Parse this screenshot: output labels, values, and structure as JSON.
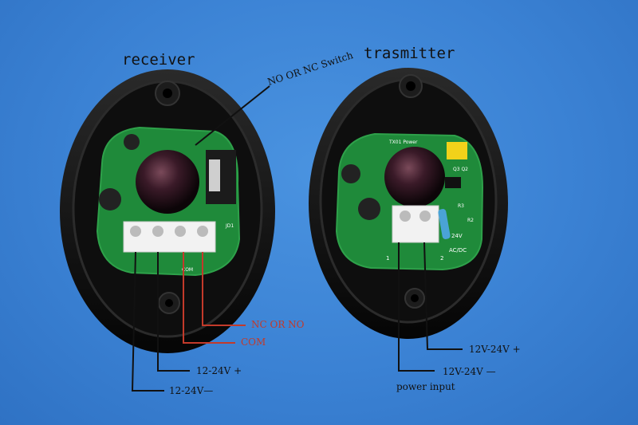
{
  "labels": {
    "receiver": "receiver",
    "transmitter": "trasmitter",
    "no_nc_switch": "NO OR NC Switch",
    "nc_or_no": "NC OR NO",
    "com": "COM",
    "rx_plus": "12-24V +",
    "rx_minus": "12-24V—",
    "tx_plus": "12V-24V +",
    "tx_minus": "12V-24V —",
    "power_input": "power input"
  },
  "pcb_markings": {
    "tx_board": "TX01 Power",
    "tx_voltage": "24V",
    "tx_acdc": "AC/DC",
    "tx_pin1": "1",
    "tx_pin2": "2",
    "tx_r3": "R3",
    "tx_r2": "R2",
    "tx_q": "Q3 Q2",
    "rx_com": "COM",
    "rx_jd1": "JD1"
  },
  "colors": {
    "background": "#3b82d4",
    "housing": "#141414",
    "pcb": "#1f8a3a",
    "wire_black": "#111111",
    "wire_red": "#c33a2a"
  }
}
